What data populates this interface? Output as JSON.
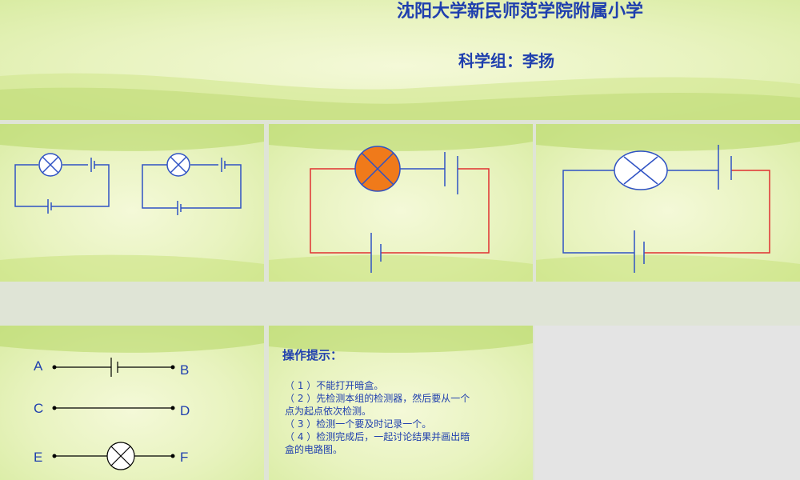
{
  "header": {
    "school": "沈阳大学新民师范学院附属小学",
    "group": "科学组：李扬"
  },
  "terminals": {
    "a": "A",
    "b": "B",
    "c": "C",
    "d": "D",
    "e": "E",
    "f": "F"
  },
  "instructions": {
    "heading": "操作提示：",
    "lines": [
      "（ 1 ）不能打开暗盒。",
      "（ 2 ）先检测本组的检测器，然后要从一个",
      "点为起点依次检测。",
      "（ 3 ）检测一个要及时记录一个。",
      "（ 4 ）检测完成后，一起讨论结果并画出暗",
      "盒的电路图。"
    ]
  },
  "colors": {
    "wire_blue": "#2f52c4",
    "wire_red": "#e03030",
    "bulb_lit": "#f07a1a",
    "text_blue": "#1f3fae"
  }
}
